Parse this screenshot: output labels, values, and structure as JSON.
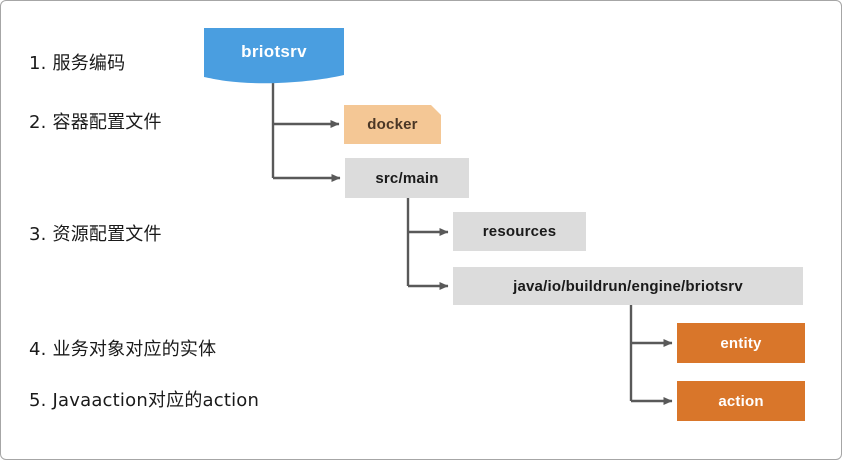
{
  "diagram": {
    "title_shape": {
      "label": "briotsrv",
      "color": "#4a9ee0",
      "shape": "wavy-banner"
    },
    "legend": [
      {
        "num": "1.",
        "text": "1. 服务编码"
      },
      {
        "num": "2.",
        "text": "2. 容器配置文件"
      },
      {
        "num": "3.",
        "text": "3. 资源配置文件"
      },
      {
        "num": "4.",
        "text": "4. 业务对象对应的实体"
      },
      {
        "num": "5.",
        "text": "5. Javaaction对应的action"
      }
    ],
    "nodes": [
      {
        "id": "docker",
        "label": "docker",
        "color": "#f4c795",
        "text_color": "#4a3726",
        "style": "folder"
      },
      {
        "id": "srcmain",
        "label": "src/main",
        "color": "#dcdcdc",
        "text_color": "#1a1a1a",
        "style": "rect"
      },
      {
        "id": "resources",
        "label": "resources",
        "color": "#dcdcdc",
        "text_color": "#1a1a1a",
        "style": "rect"
      },
      {
        "id": "javapath",
        "label": "java/io/buildrun/engine/briotsrv",
        "color": "#dcdcdc",
        "text_color": "#1a1a1a",
        "style": "rect"
      },
      {
        "id": "entity",
        "label": "entity",
        "color": "#d9762a",
        "text_color": "#ffffff",
        "style": "rect"
      },
      {
        "id": "action",
        "label": "action",
        "color": "#d9762a",
        "text_color": "#ffffff",
        "style": "rect"
      }
    ],
    "edges": [
      {
        "from": "briotsrv",
        "to": "docker"
      },
      {
        "from": "briotsrv",
        "to": "srcmain"
      },
      {
        "from": "srcmain",
        "to": "resources"
      },
      {
        "from": "srcmain",
        "to": "javapath"
      },
      {
        "from": "javapath",
        "to": "entity"
      },
      {
        "from": "javapath",
        "to": "action"
      }
    ],
    "connector_color": "#595959",
    "border_color": "#a6a6a6",
    "background": "#ffffff"
  }
}
